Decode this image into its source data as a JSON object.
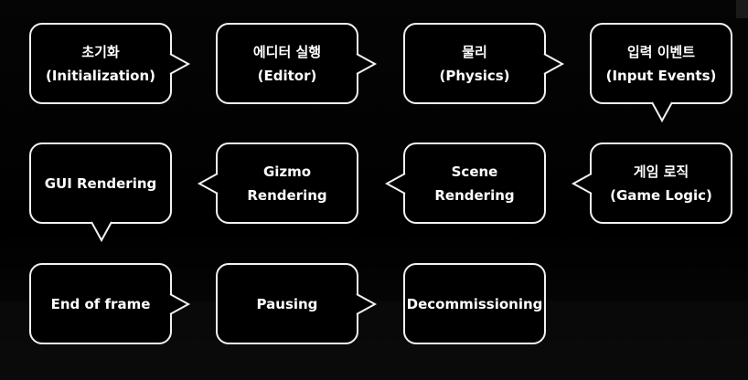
{
  "diagram": {
    "nodes": [
      {
        "id": "init",
        "line1": "초기화",
        "line2": "(Initialization)"
      },
      {
        "id": "editor",
        "line1": "에디터 실행",
        "line2": "(Editor)"
      },
      {
        "id": "physics",
        "line1": "물리",
        "line2": "(Physics)"
      },
      {
        "id": "input",
        "line1": "입력 이벤트",
        "line2": "(Input Events)"
      },
      {
        "id": "game-logic",
        "line1": "게임 로직",
        "line2": "(Game Logic)"
      },
      {
        "id": "scene",
        "line1": "Scene",
        "line2": "Rendering"
      },
      {
        "id": "gizmo",
        "line1": "Gizmo",
        "line2": "Rendering"
      },
      {
        "id": "gui",
        "line1": "GUI Rendering",
        "line2": ""
      },
      {
        "id": "end-of-frame",
        "line1": "End of frame",
        "line2": ""
      },
      {
        "id": "pausing",
        "line1": "Pausing",
        "line2": ""
      },
      {
        "id": "decommissioning",
        "line1": "Decommissioning",
        "line2": ""
      }
    ],
    "colors": {
      "background": "#000000",
      "node_fill": "#000000",
      "node_border": "#f2f2f2",
      "text": "#ffffff"
    }
  }
}
